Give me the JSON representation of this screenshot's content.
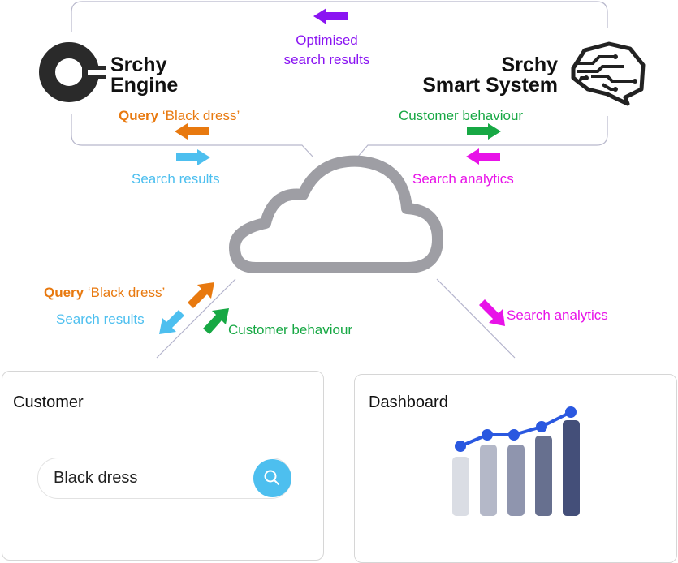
{
  "srchy_engine": {
    "title_line1": "Srchy",
    "title_line2": "Engine",
    "icon": "srchy-logo-icon"
  },
  "smart_system": {
    "title_line1": "Srchy",
    "title_line2": "Smart System",
    "icon": "brain-circuit-icon"
  },
  "top_flow": {
    "optimised_line1": "Optimised",
    "optimised_line2": "search results",
    "query_bold": "Query",
    "query_text": " ‘Black dress’",
    "search_results": "Search results",
    "customer_behaviour": "Customer behaviour",
    "search_analytics": "Search analytics"
  },
  "lower_flow": {
    "query_bold": "Query",
    "query_text": " ‘Black dress’",
    "search_results": "Search results",
    "customer_behaviour": "Customer behaviour",
    "search_analytics": "Search analytics"
  },
  "customer_card": {
    "title": "Customer",
    "search_value": "Black dress",
    "search_icon": "search-icon"
  },
  "dashboard_card": {
    "title": "Dashboard",
    "chart_icon": "bar-line-chart-icon"
  },
  "colors": {
    "query_orange": "#e8790f",
    "results_blue": "#4dbfef",
    "behaviour_green": "#17a844",
    "analytics_magenta": "#e812e8",
    "optimised_purple": "#8a14f2",
    "cloud_gray": "#9e9ea4",
    "connector": "#b3b3cc",
    "chart_line": "#2a58e0"
  }
}
